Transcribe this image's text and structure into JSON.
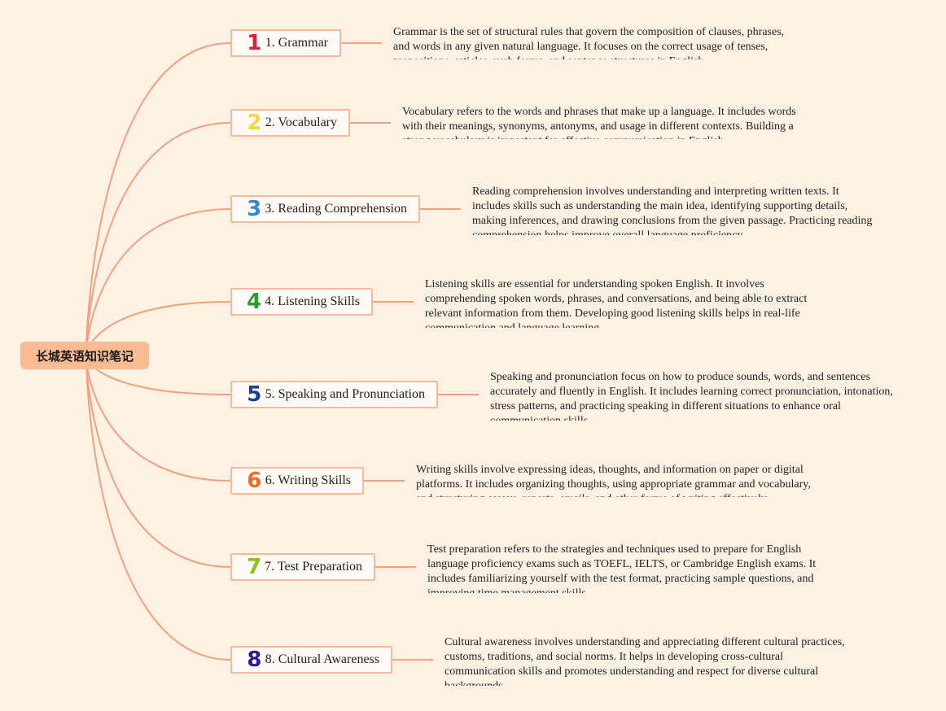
{
  "root": {
    "label": "长城英语知识笔记"
  },
  "colors": {
    "background": "#fdf1e4",
    "root_fill": "#f9bb93",
    "connector": "#f4a07f",
    "topic_border": "#f7b99a"
  },
  "topics": [
    {
      "number": "1",
      "number_color": "#e31b3c",
      "label": "1. Grammar",
      "note": "Grammar is the set of structural rules that govern the composition of clauses, phrases, and words in any given natural language. It focuses on the correct usage of tenses, prepositions, articles, verb forms, and sentence structures in English."
    },
    {
      "number": "2",
      "number_color": "#f5d547",
      "label": "2. Vocabulary",
      "note": "Vocabulary refers to the words and phrases that make up a language. It includes words with their meanings, synonyms, antonyms, and usage in different contexts. Building a strong vocabulary is important for effective communication in English."
    },
    {
      "number": "3",
      "number_color": "#2e89d6",
      "label": "3. Reading Comprehension",
      "note": "Reading comprehension involves understanding and interpreting written texts. It includes skills such as understanding the main idea, identifying supporting details, making inferences, and drawing conclusions from the given passage. Practicing reading comprehension helps improve overall language proficiency."
    },
    {
      "number": "4",
      "number_color": "#2f9a3a",
      "label": "4. Listening Skills",
      "note": "Listening skills are essential for understanding spoken English. It involves comprehending spoken words, phrases, and conversations, and being able to extract relevant information from them. Developing good listening skills helps in real-life communication and language learning."
    },
    {
      "number": "5",
      "number_color": "#1d3f8f",
      "label": "5. Speaking and Pronunciation",
      "note": "Speaking and pronunciation focus on how to produce sounds, words, and sentences accurately and fluently in English. It includes learning correct pronunciation, intonation, stress patterns, and practicing speaking in different situations to enhance oral communication skills."
    },
    {
      "number": "6",
      "number_color": "#f06a22",
      "label": "6. Writing Skills",
      "note": "Writing skills involve expressing ideas, thoughts, and information on paper or digital platforms. It includes organizing thoughts, using appropriate grammar and vocabulary, and structuring essays, reports, emails, and other forms of writing effectively."
    },
    {
      "number": "7",
      "number_color": "#8bc21c",
      "label": "7. Test Preparation",
      "note": "Test preparation refers to the strategies and techniques used to prepare for English language proficiency exams such as TOEFL, IELTS, or Cambridge English exams. It includes familiarizing yourself with the test format, practicing sample questions, and improving time management skills."
    },
    {
      "number": "8",
      "number_color": "#2a1a9a",
      "label": "8. Cultural Awareness",
      "note": "Cultural awareness involves understanding and appreciating different cultural practices, customs, traditions, and social norms. It helps in developing cross-cultural communication skills and promotes understanding and respect for diverse cultural backgrounds."
    }
  ]
}
